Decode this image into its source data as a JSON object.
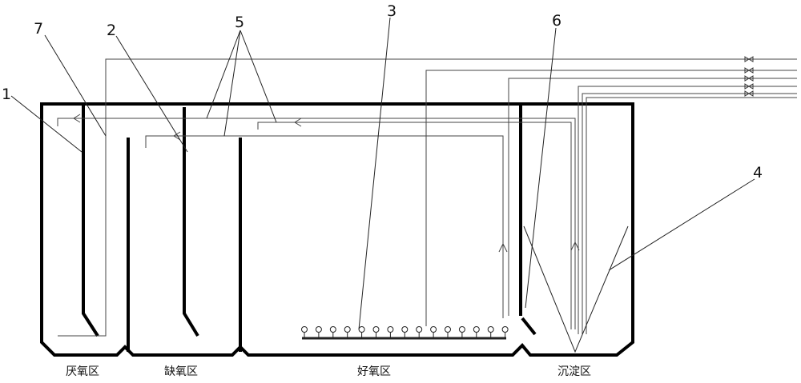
{
  "numbers": {
    "n1": "1",
    "n2": "2",
    "n3": "3",
    "n4": "4",
    "n5": "5",
    "n6": "6",
    "n7": "7"
  },
  "zones": {
    "anaerobic": "厌氧区",
    "anoxic": "缺氧区",
    "aerobic": "好氧区",
    "settling": "沉淀区"
  }
}
